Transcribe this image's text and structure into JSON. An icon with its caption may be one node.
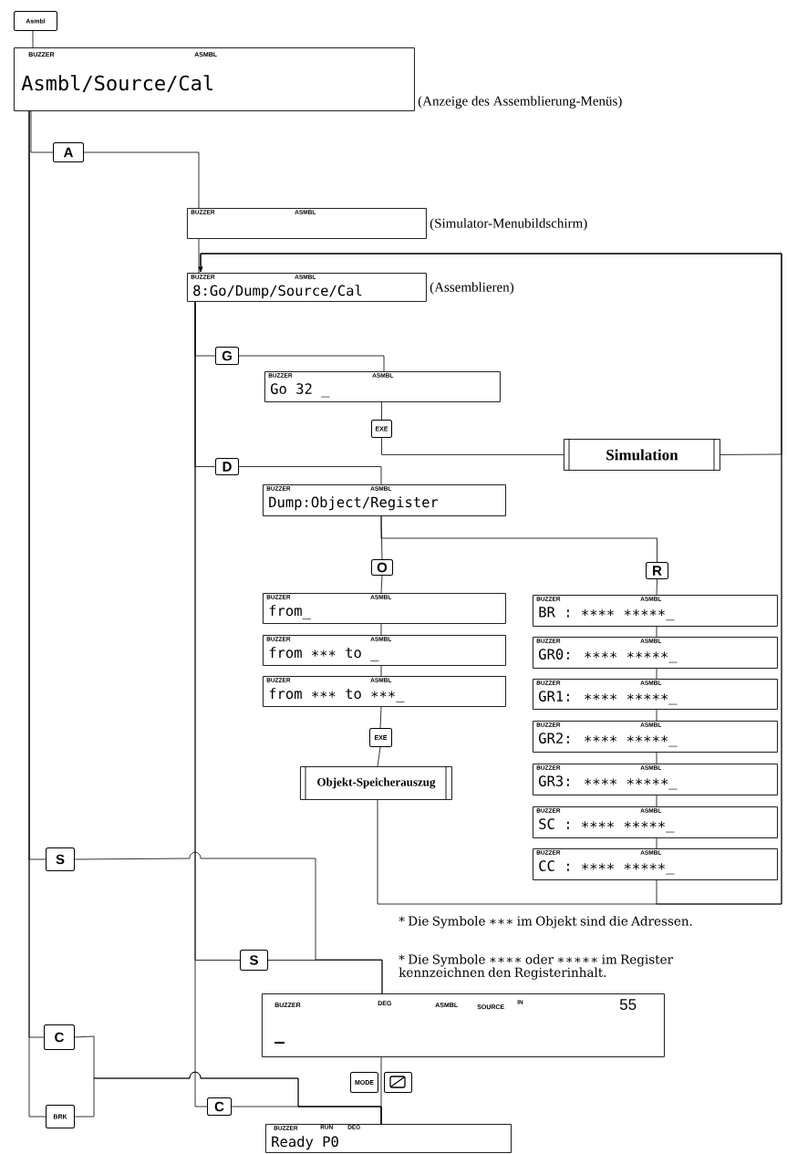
{
  "diagram": {
    "nodes": [
      {
        "text": [
          "Asmbl"
        ]
      },
      {
        "text": [
          "BUZZER",
          "ASMBL",
          "Asmbl/Source/Cal"
        ],
        "beside": [
          "(Anzeige des Assemblierung-Menüs)"
        ]
      },
      {
        "text": [
          "A"
        ]
      },
      {
        "text": [
          "BUZZER",
          "ASMBL"
        ],
        "beside": [
          "(Simulator-Menubildschirm)"
        ]
      },
      {
        "text": [
          "BUZZER",
          "ASMBL",
          "8:Go/Dump/Source/Cal"
        ],
        "beside": [
          "(Assemblieren)"
        ]
      },
      {
        "text": [
          "G"
        ]
      },
      {
        "text": [
          "BUZZER",
          "ASMBL",
          "Go 32 _"
        ]
      },
      {
        "text": [
          "EXE"
        ]
      },
      {
        "text": [
          "Simulation"
        ]
      },
      {
        "text": [
          "D"
        ]
      },
      {
        "text": [
          "BUZZER",
          "ASMBL",
          "Dump:Object/Register"
        ]
      },
      {
        "text": [
          "O"
        ]
      },
      {
        "text": [
          "R"
        ]
      },
      {
        "text": [
          "BUZZER",
          "ASMBL",
          "from_"
        ]
      },
      {
        "text": [
          "BUZZER",
          "ASMBL",
          "from ∗∗∗ to _"
        ]
      },
      {
        "text": [
          "BUZZER",
          "ASMBL",
          "from ∗∗∗ to ∗∗∗_"
        ]
      },
      {
        "text": [
          "EXE"
        ]
      },
      {
        "text": [
          "Objekt-Speicherauszug"
        ]
      },
      {
        "text": [
          "BUZZER",
          "ASMBL",
          "BR : ∗∗∗∗ ∗∗∗∗∗_"
        ]
      },
      {
        "text": [
          "BUZZER",
          "ASMBL",
          "GR0: ∗∗∗∗ ∗∗∗∗∗_"
        ]
      },
      {
        "text": [
          "BUZZER",
          "ASMBL",
          "GR1: ∗∗∗∗ ∗∗∗∗∗_"
        ]
      },
      {
        "text": [
          "BUZZER",
          "ASMBL",
          "GR2: ∗∗∗∗ ∗∗∗∗∗_"
        ]
      },
      {
        "text": [
          "BUZZER",
          "ASMBL",
          "GR3: ∗∗∗∗ ∗∗∗∗∗_"
        ]
      },
      {
        "text": [
          "BUZZER",
          "ASMBL",
          "SC : ∗∗∗∗ ∗∗∗∗∗_"
        ]
      },
      {
        "text": [
          "BUZZER",
          "ASMBL",
          "CC : ∗∗∗∗ ∗∗∗∗∗_"
        ]
      },
      {
        "text": [
          "S"
        ]
      },
      {
        "text": [
          "S"
        ]
      },
      {
        "text": [
          "BUZZER",
          "DEG",
          "ASMBL",
          "SOURCE",
          "IN",
          "55"
        ]
      },
      {
        "text": [
          "C"
        ]
      },
      {
        "text": [
          "BRK"
        ]
      },
      {
        "text": [
          "MODE"
        ]
      },
      {
        "text": [],
        "shape": "box"
      },
      {
        "text": [
          "C"
        ]
      },
      {
        "text": [
          "BUZZER",
          "RUN",
          "DEG",
          "Ready P0"
        ]
      }
    ],
    "edges": [
      {
        "from": 0,
        "to": 1,
        "arrow": "none"
      },
      {
        "from": 1,
        "to": 2,
        "arrow": "none"
      },
      {
        "from": 1,
        "to": 25,
        "arrow": "none"
      },
      {
        "from": 1,
        "to": 28,
        "arrow": "none"
      },
      {
        "from": 1,
        "to": 29,
        "arrow": "none"
      },
      {
        "from": 2,
        "to": 3,
        "arrow": "none"
      },
      {
        "from": 3,
        "to": 4,
        "arrow": "none"
      },
      {
        "from": 4,
        "to": 5,
        "arrow": "none"
      },
      {
        "from": 4,
        "to": 9,
        "arrow": "none"
      },
      {
        "from": 4,
        "to": 26,
        "arrow": "none"
      },
      {
        "from": 4,
        "to": 32,
        "arrow": "none"
      },
      {
        "from": 5,
        "to": 6,
        "arrow": "none"
      },
      {
        "from": 6,
        "to": 7,
        "arrow": "none"
      },
      {
        "from": 7,
        "to": 8,
        "arrow": "none"
      },
      {
        "from": 8,
        "to": 4,
        "arrow": "to"
      },
      {
        "from": 9,
        "to": 10,
        "arrow": "none"
      },
      {
        "from": 10,
        "to": 11,
        "arrow": "none"
      },
      {
        "from": 10,
        "to": 12,
        "arrow": "none"
      },
      {
        "from": 11,
        "to": 13,
        "arrow": "none"
      },
      {
        "from": 13,
        "to": 14,
        "arrow": "none"
      },
      {
        "from": 14,
        "to": 15,
        "arrow": "none"
      },
      {
        "from": 15,
        "to": 16,
        "arrow": "none"
      },
      {
        "from": 16,
        "to": 17,
        "arrow": "none"
      },
      {
        "from": 12,
        "to": 18,
        "arrow": "none"
      },
      {
        "from": 18,
        "to": 19,
        "arrow": "none"
      },
      {
        "from": 19,
        "to": 20,
        "arrow": "none"
      },
      {
        "from": 20,
        "to": 21,
        "arrow": "none"
      },
      {
        "from": 21,
        "to": 22,
        "arrow": "none"
      },
      {
        "from": 22,
        "to": 23,
        "arrow": "none"
      },
      {
        "from": 23,
        "to": 24,
        "arrow": "none"
      },
      {
        "from": 17,
        "to": 4,
        "arrow": "to"
      },
      {
        "from": 24,
        "to": 4,
        "arrow": "to"
      },
      {
        "from": 25,
        "to": 27,
        "arrow": "none"
      },
      {
        "from": 26,
        "to": 27,
        "arrow": "none"
      },
      {
        "from": 28,
        "to": 33,
        "arrow": "none"
      },
      {
        "from": 29,
        "to": 33,
        "arrow": "none"
      },
      {
        "from": 32,
        "to": 33,
        "arrow": "none"
      },
      {
        "from": 27,
        "to": 33,
        "arrow": "none"
      }
    ],
    "labels": [
      "* Die Symbole ∗∗∗ im Objekt sind die Adressen.",
      "* Die Symbole ∗∗∗∗ oder ∗∗∗∗∗ im Register kennzeichnen den Registerinhalt."
    ]
  }
}
